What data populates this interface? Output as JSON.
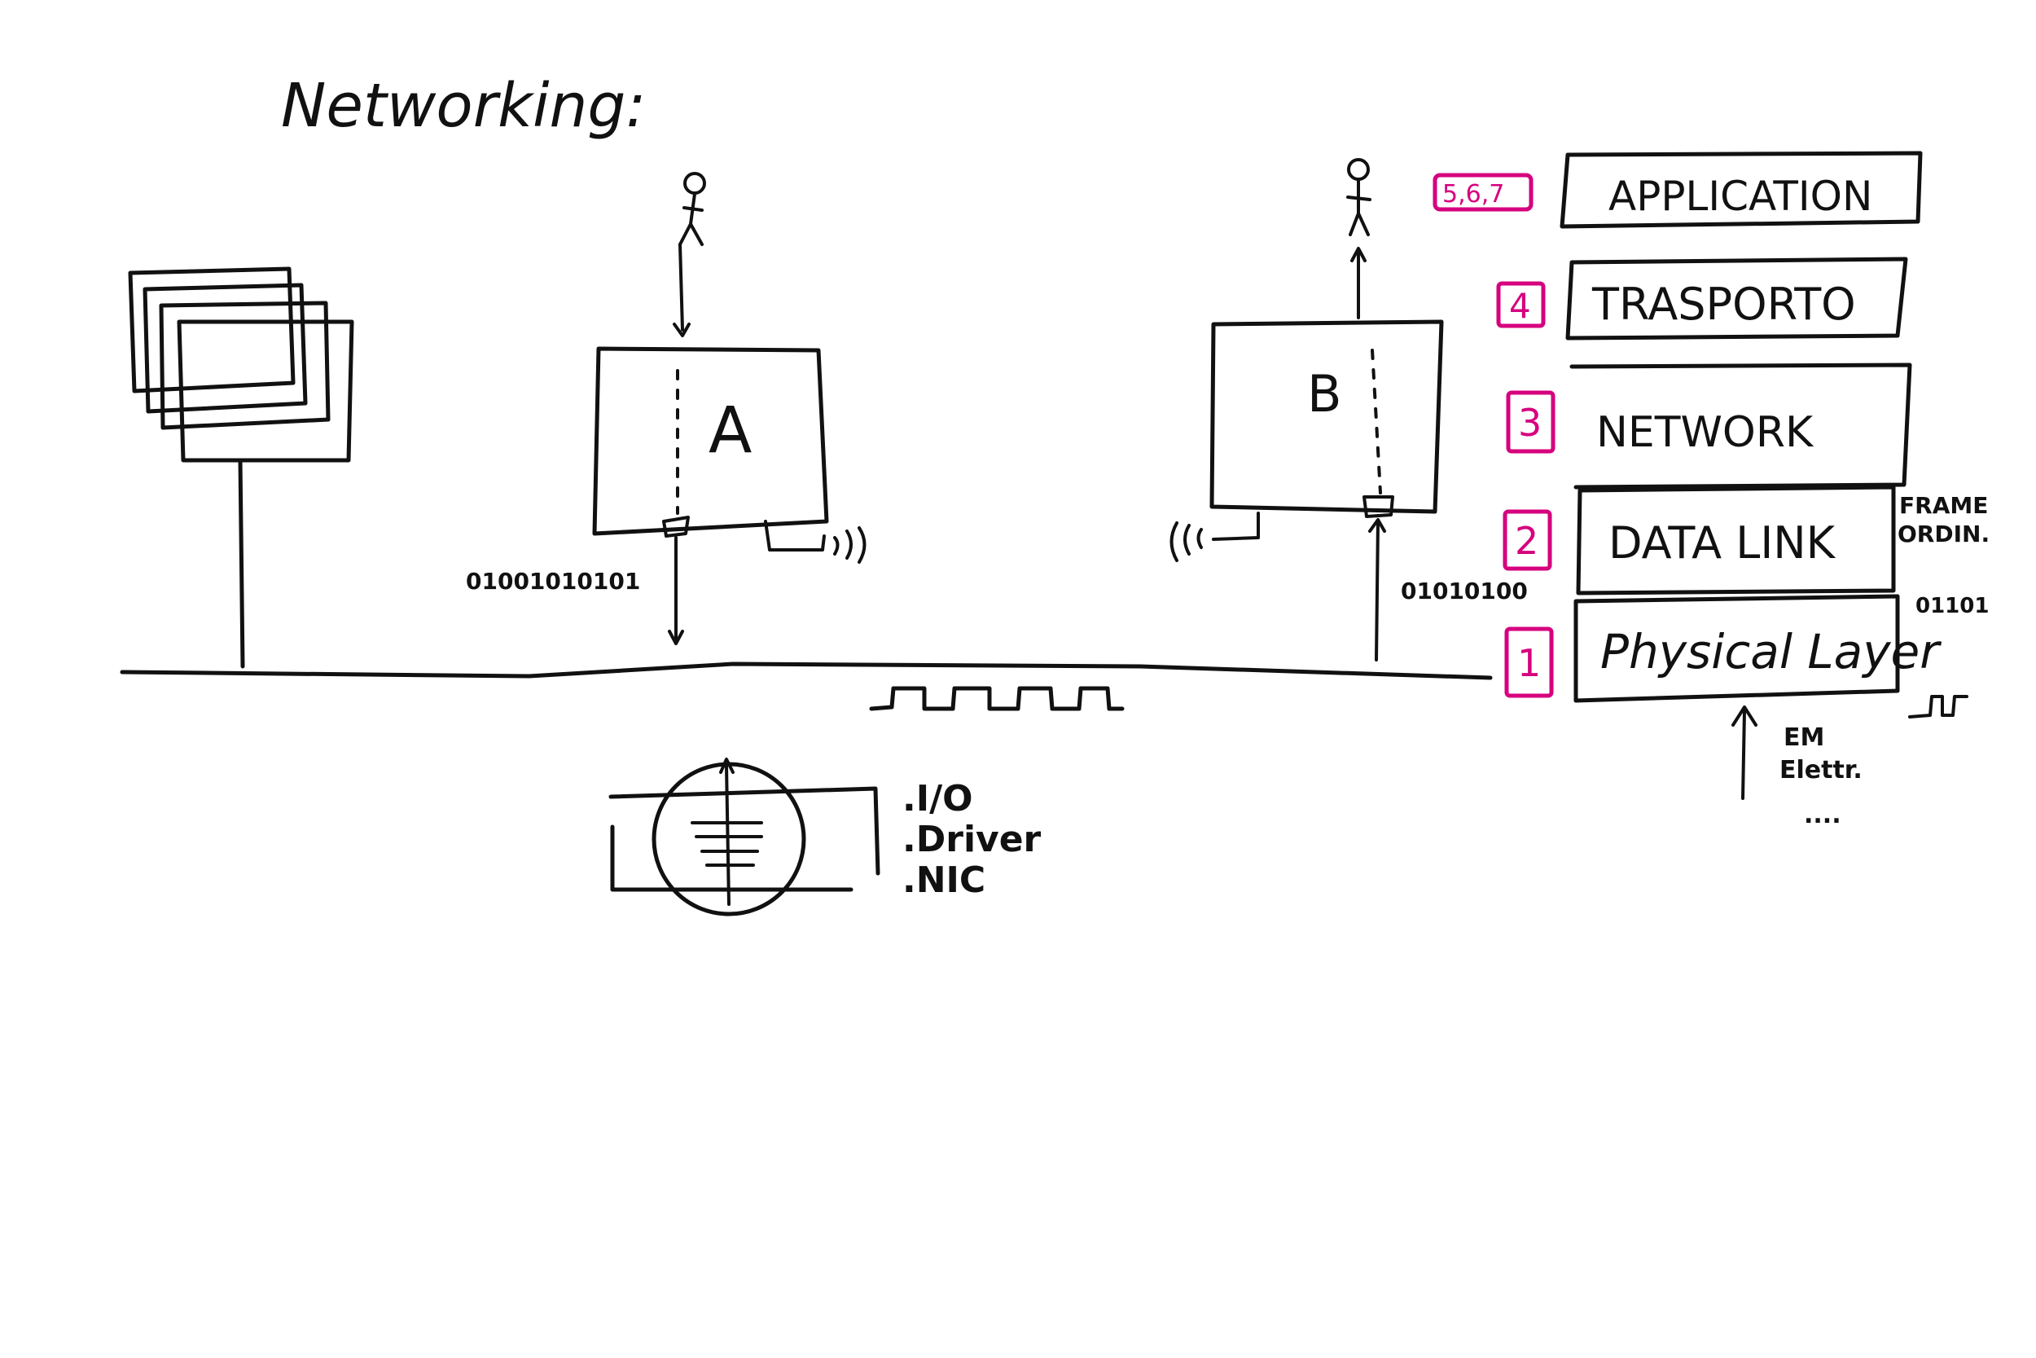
{
  "title": "Networking:",
  "hosts": {
    "a_label": "A",
    "b_label": "B",
    "a_bits": "01001010101",
    "b_bits": "01010100"
  },
  "nic_list": {
    "items": [
      ".I/O",
      ".Driver",
      ".NIC"
    ]
  },
  "osi_layers": [
    {
      "number": "5,6,7",
      "name": "APPLICATION"
    },
    {
      "number": "4",
      "name": "TRASPORTO"
    },
    {
      "number": "3",
      "name": "NETWORK"
    },
    {
      "number": "2",
      "name": "DATA LINK"
    },
    {
      "number": "1",
      "name": "Physical Layer"
    }
  ],
  "annotations": {
    "frame_line1": "FRAME",
    "frame_line2": "ORDIN.",
    "bits_small": "01101",
    "phys_line1": "EM",
    "phys_line2": "Elettr.",
    "phys_line3": "...."
  },
  "colors": {
    "ink": "#111111",
    "layer_number": "#d6007e",
    "background": "#ffffff"
  }
}
